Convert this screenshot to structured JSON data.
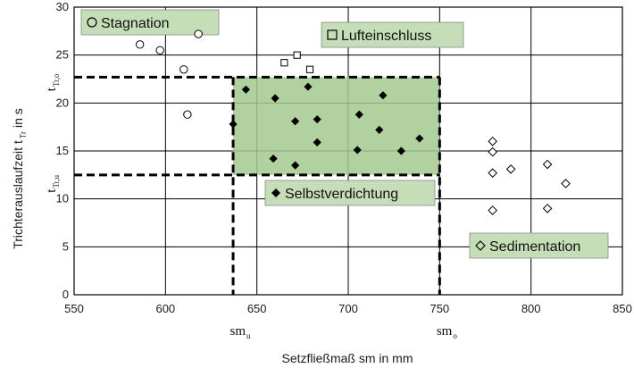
{
  "chart_data": {
    "type": "scatter",
    "title": "",
    "xlabel": "Setzfließmaß sm in mm",
    "ylabel_main": "Trichterauslaufzeit t",
    "ylabel_sub": "Tr",
    "ylabel_unit": "in s",
    "xlim": [
      550,
      850
    ],
    "ylim": [
      0,
      30
    ],
    "xticks": [
      "550",
      "600",
      "650",
      "700",
      "750",
      "800",
      "850"
    ],
    "yticks": [
      "0",
      "5",
      "10",
      "15",
      "20",
      "25",
      "30"
    ],
    "grid": true,
    "target_region": {
      "label": "Selbstverdichtung",
      "x_range": [
        637,
        750
      ],
      "y_range": [
        12.5,
        22.7
      ],
      "color": "#a3c98f"
    },
    "reference_labels": {
      "sm_u": {
        "main": "sm",
        "sub": "u",
        "value": 637
      },
      "sm_o": {
        "main": "sm",
        "sub": "o",
        "value": 750
      },
      "t_tr_o": {
        "main": "t",
        "sub": "Tr,o",
        "value": 22.7
      },
      "t_tr_u": {
        "main": "t",
        "sub": "Tr,u",
        "value": 12.5
      }
    },
    "region_labels": {
      "stagnation": "Stagnation",
      "lufteinschluss": "Lufteinschluss",
      "selbstverdichtung": "Selbstverdichtung",
      "sedimentation": "Sedimentation"
    },
    "label_box_color": "#c6deb8",
    "series": [
      {
        "name": "Stagnation",
        "marker": "circle-open",
        "points": [
          [
            586,
            26.1
          ],
          [
            597,
            25.5
          ],
          [
            618,
            27.2
          ],
          [
            610,
            23.5
          ],
          [
            612,
            18.8
          ]
        ]
      },
      {
        "name": "Lufteinschluss",
        "marker": "square-open",
        "points": [
          [
            665,
            24.2
          ],
          [
            672,
            25.0
          ],
          [
            679,
            23.5
          ]
        ]
      },
      {
        "name": "Selbstverdichtung",
        "marker": "diamond-filled",
        "points": [
          [
            644,
            21.4
          ],
          [
            660,
            20.5
          ],
          [
            678,
            21.7
          ],
          [
            719,
            20.8
          ],
          [
            637,
            17.8
          ],
          [
            671,
            18.1
          ],
          [
            683,
            18.3
          ],
          [
            706,
            18.8
          ],
          [
            717,
            17.2
          ],
          [
            683,
            15.9
          ],
          [
            659,
            14.2
          ],
          [
            671,
            13.5
          ],
          [
            705,
            15.1
          ],
          [
            729,
            15.0
          ],
          [
            739,
            16.3
          ]
        ]
      },
      {
        "name": "Sedimentation",
        "marker": "diamond-open",
        "points": [
          [
            779,
            16.0
          ],
          [
            779,
            14.9
          ],
          [
            789,
            13.1
          ],
          [
            779,
            12.7
          ],
          [
            809,
            13.6
          ],
          [
            819,
            11.6
          ],
          [
            779,
            8.8
          ],
          [
            809,
            9.0
          ]
        ]
      }
    ]
  }
}
